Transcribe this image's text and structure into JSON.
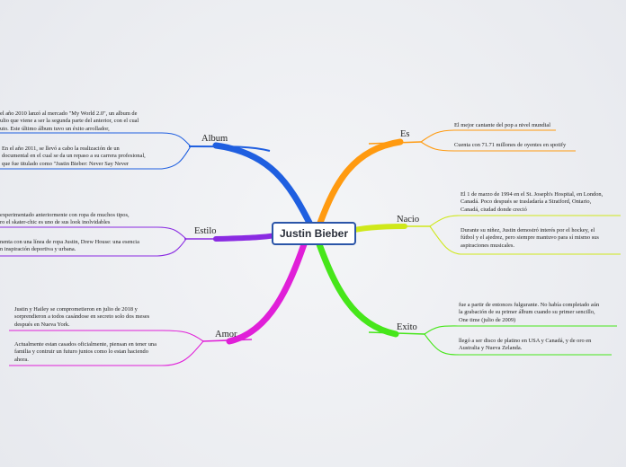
{
  "root": {
    "label": "Justin Bieber"
  },
  "branches": {
    "album": {
      "label": "Album",
      "notes": [
        "el año 2010 lanzó al mercado \"My World 2.0\", un album de\nulio que viene a ser la segunda parte del anterior, con el cual\nuto. Este último álbum tuvo un éxito arrollador,",
        "En el año 2011, se llevó a cabo la realización de un\ndocumental en el cual se da un repaso a su carrera profesional,\nque fue titulado como \"Justin Bieber: Never Say Never"
      ]
    },
    "estilo": {
      "label": "Estilo",
      "notes": [
        "experimentado anteriormente con ropa de muchos tipos,\nro el skater-chic es uno de sus look inolvidables",
        "nenta con una línea de ropa Justin, Drew House: una esencia\nn inspiración deportiva y urbana."
      ]
    },
    "amor": {
      "label": "Amor",
      "notes": [
        "Justin y Hailey se comprometieron en julio de 2018 y\nsorprendieron a todos casándose en secreto solo dos meses\ndespués en Nueva York.",
        "Actualmente estan casados oficialmente, piensan en tener una\nfamilia y contruir un futuro juntos como lo estan haciendo\nahora."
      ]
    },
    "es": {
      "label": "Es",
      "notes": [
        "El mejor cantante del pop a nivel mundial",
        "Cuenta con 71.71 millones de oyentes en spotify"
      ]
    },
    "nacio": {
      "label": "Nacio",
      "notes": [
        "El 1 de marzo de 1994 en el St. Joseph's Hospital, en London,\nCanadá. Poco después se trasladaría a Stratford, Ontario,\nCanadá, ciudad donde creció",
        "Durante su niñez, Justin demostró interés por el hockey, el\nfútbol y el ajedrez, pero siempre mantuvo para sí mismo sus\naspiraciones musicales."
      ]
    },
    "exito": {
      "label": "Exito",
      "notes": [
        "fue a partir de entonces fulgurante. No había completado aún\nla grabación de su primer álbum cuando su primer sencillo,\nOne time (julio de 2009)",
        "llegó a ser disco de platino en USA y Canadá, y de oro en\nAustralia y Nueva Zelanda."
      ]
    }
  },
  "colors": {
    "root_border": "#2b55a8",
    "album": "#1f5fe0",
    "estilo": "#8a2be2",
    "amor": "#e01fd8",
    "es": "#ff9a10",
    "nacio": "#cfe81a",
    "exito": "#46e61a"
  }
}
